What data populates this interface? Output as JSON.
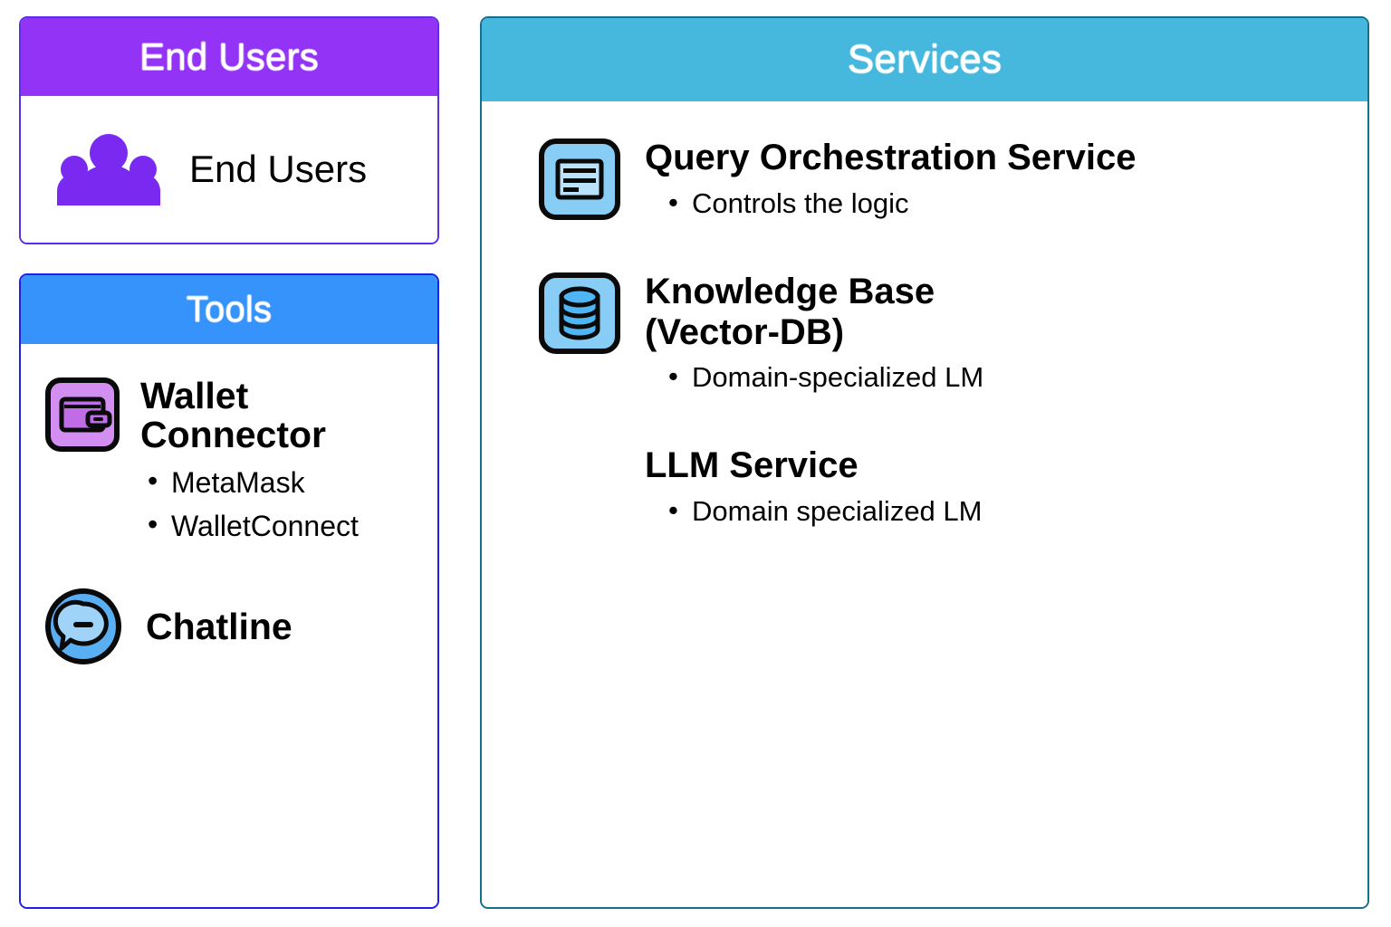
{
  "diagram": {
    "title": "End Users / Tools / Services architecture",
    "colors": {
      "end_users_header": "#9333f5",
      "end_users_border": "#5b2ee8",
      "tools_header": "#3693fc",
      "tools_border": "#1f1fe8",
      "services_header": "#46b8de",
      "services_border": "#15708e",
      "icon_blue_fill": "#87cdf5",
      "icon_purple_fill": "#d28ef0",
      "people_purple": "#7a29f0",
      "chat_blue": "#5aaef2",
      "text_black": "#000000",
      "panel_background": "#ffffff"
    }
  },
  "panels": {
    "end_users": {
      "header": "End Users",
      "items": [
        {
          "icon": "people-group-icon",
          "label": "End Users"
        }
      ]
    },
    "tools": {
      "header": "Tools",
      "items": [
        {
          "icon": "wallet-icon",
          "title": "Wallet Connector",
          "bullets": [
            "MetaMask",
            "WalletConnect"
          ]
        },
        {
          "icon": "chat-bubble-icon",
          "title": "Chatline",
          "bullets": []
        }
      ]
    },
    "services": {
      "header": "Services",
      "items": [
        {
          "icon": "document-lines-icon",
          "title": "Query Orchestration Service",
          "bullets": [
            "Controls the logic"
          ]
        },
        {
          "icon": "database-cylinder-icon",
          "title": "Knowledge Base\n(Vector-DB)",
          "bullets": [
            "Domain-specialized LM"
          ]
        },
        {
          "icon": "none",
          "title": "LLM Service",
          "bullets": [
            "Domain specialized LM"
          ]
        }
      ]
    }
  }
}
